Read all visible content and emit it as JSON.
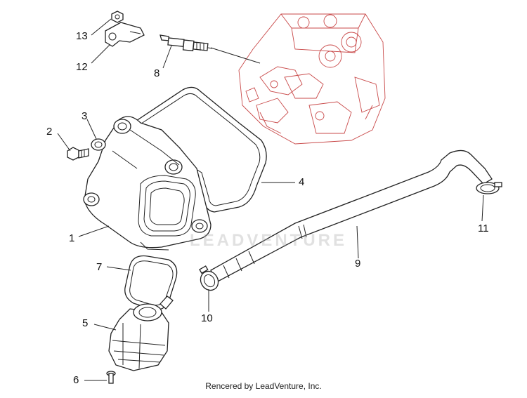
{
  "callouts": {
    "c1": "1",
    "c2": "2",
    "c3": "3",
    "c4": "4",
    "c5": "5",
    "c6": "6",
    "c7": "7",
    "c8": "8",
    "c9": "9",
    "c10": "10",
    "c11": "11",
    "c12": "12",
    "c13": "13"
  },
  "watermark": "LEADVENTURE",
  "caption": "Rencered by LeadVenture, Inc.",
  "colors": {
    "line": "#222222",
    "engine_outline": "#c94a4a",
    "background": "#ffffff"
  }
}
